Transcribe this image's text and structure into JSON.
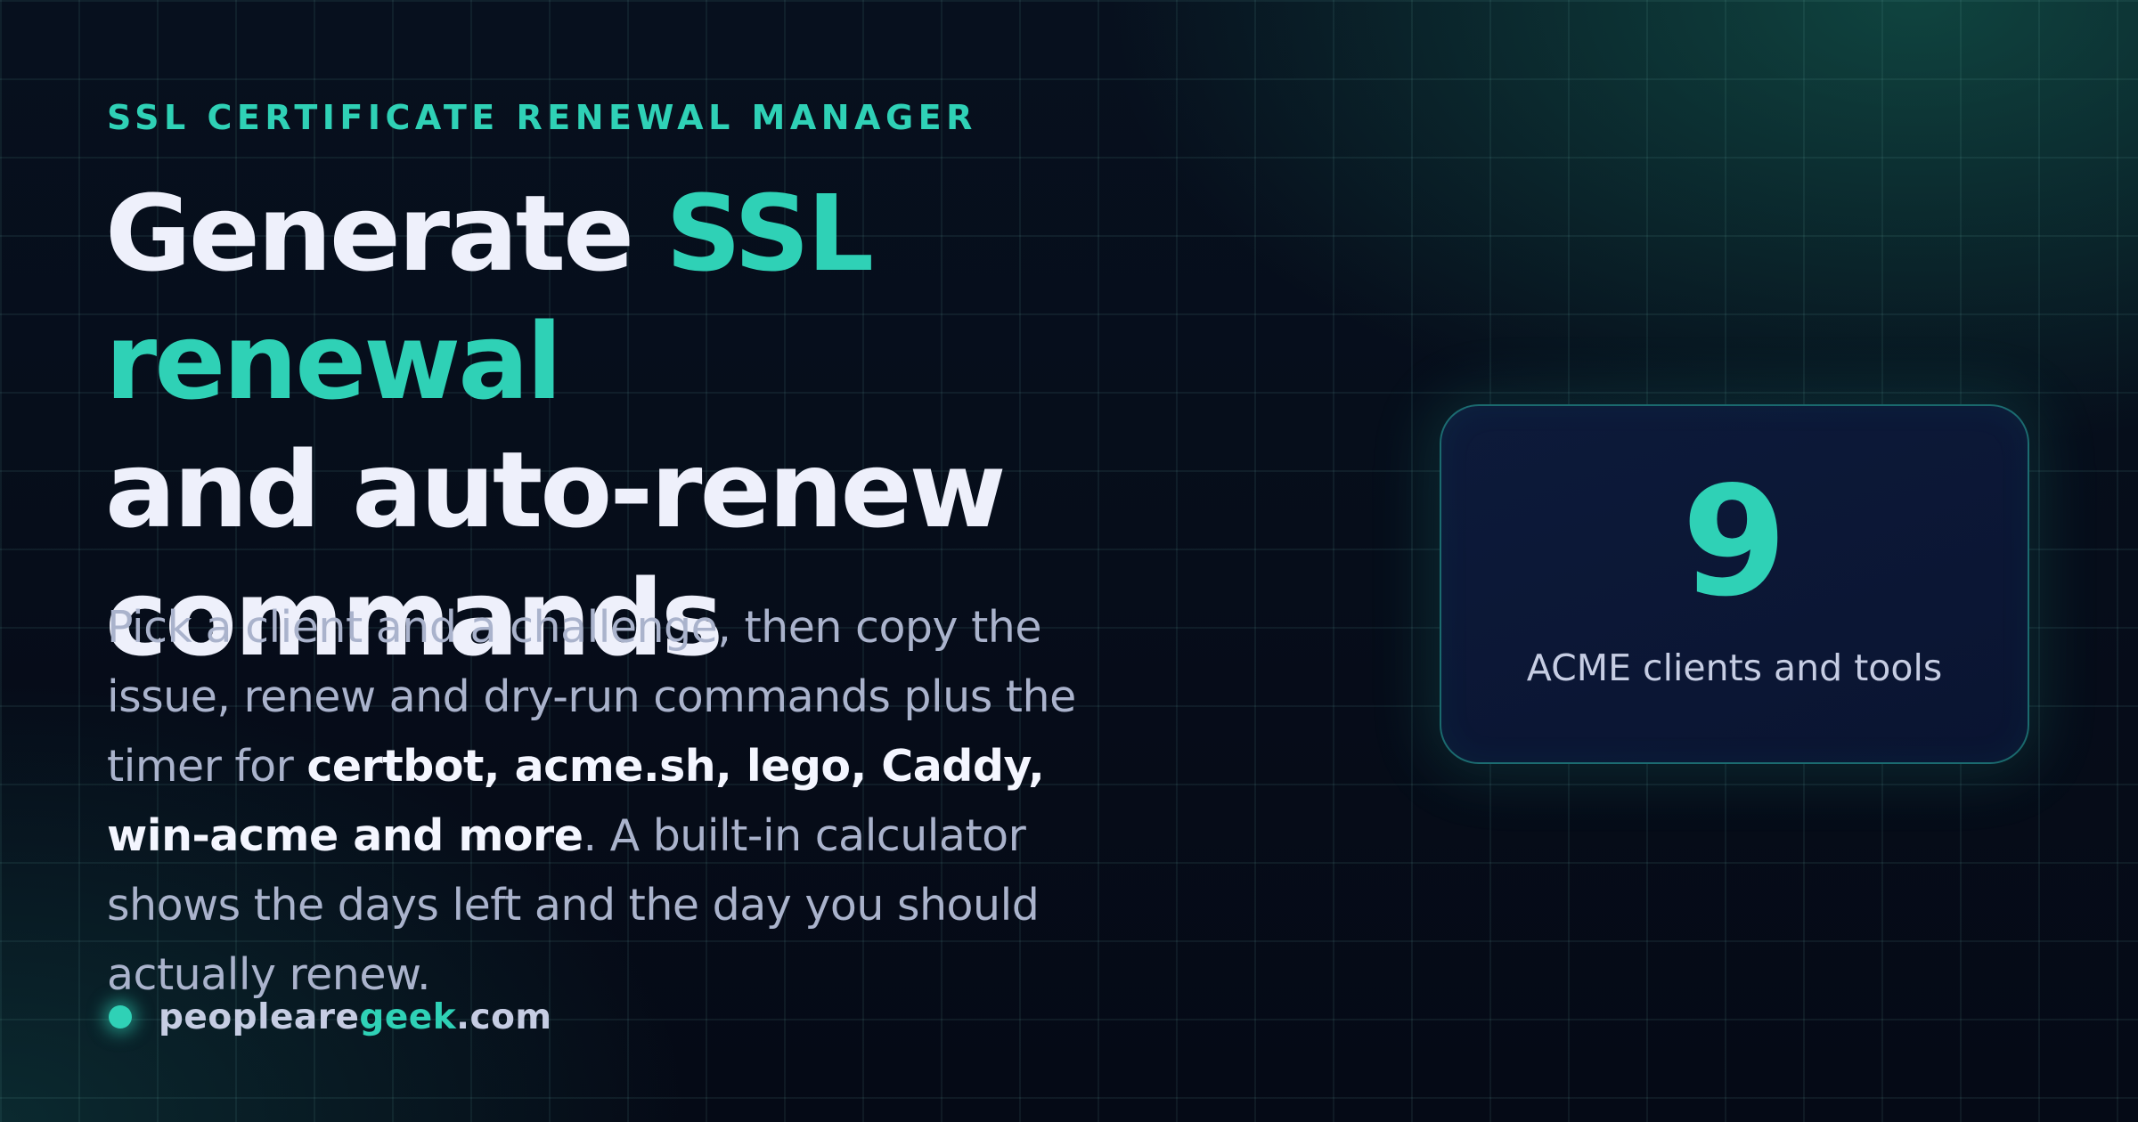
{
  "eyebrow": "SSL CERTIFICATE RENEWAL MANAGER",
  "headline": {
    "prefix": "Generate ",
    "accent": "SSL renewal",
    "rest": "and auto-renew commands"
  },
  "lede": {
    "intro": "Pick a client and a challenge, then copy the issue, renew and dry-run commands plus the timer for ",
    "tools": "certbot, acme.sh, lego, Caddy, win-acme and more",
    "outro": ". A built-in calculator shows the days left and the day you should actually renew."
  },
  "brand": {
    "prefix": "peopleare",
    "highlight": "geek",
    "suffix": ".com"
  },
  "stat": {
    "value": "9",
    "label": "ACME clients and tools"
  },
  "colors": {
    "accent": "#2fd1b6",
    "background": "#060b18",
    "card": "#0c1736",
    "headline": "#eef0fb",
    "body": "#aab3cc"
  }
}
